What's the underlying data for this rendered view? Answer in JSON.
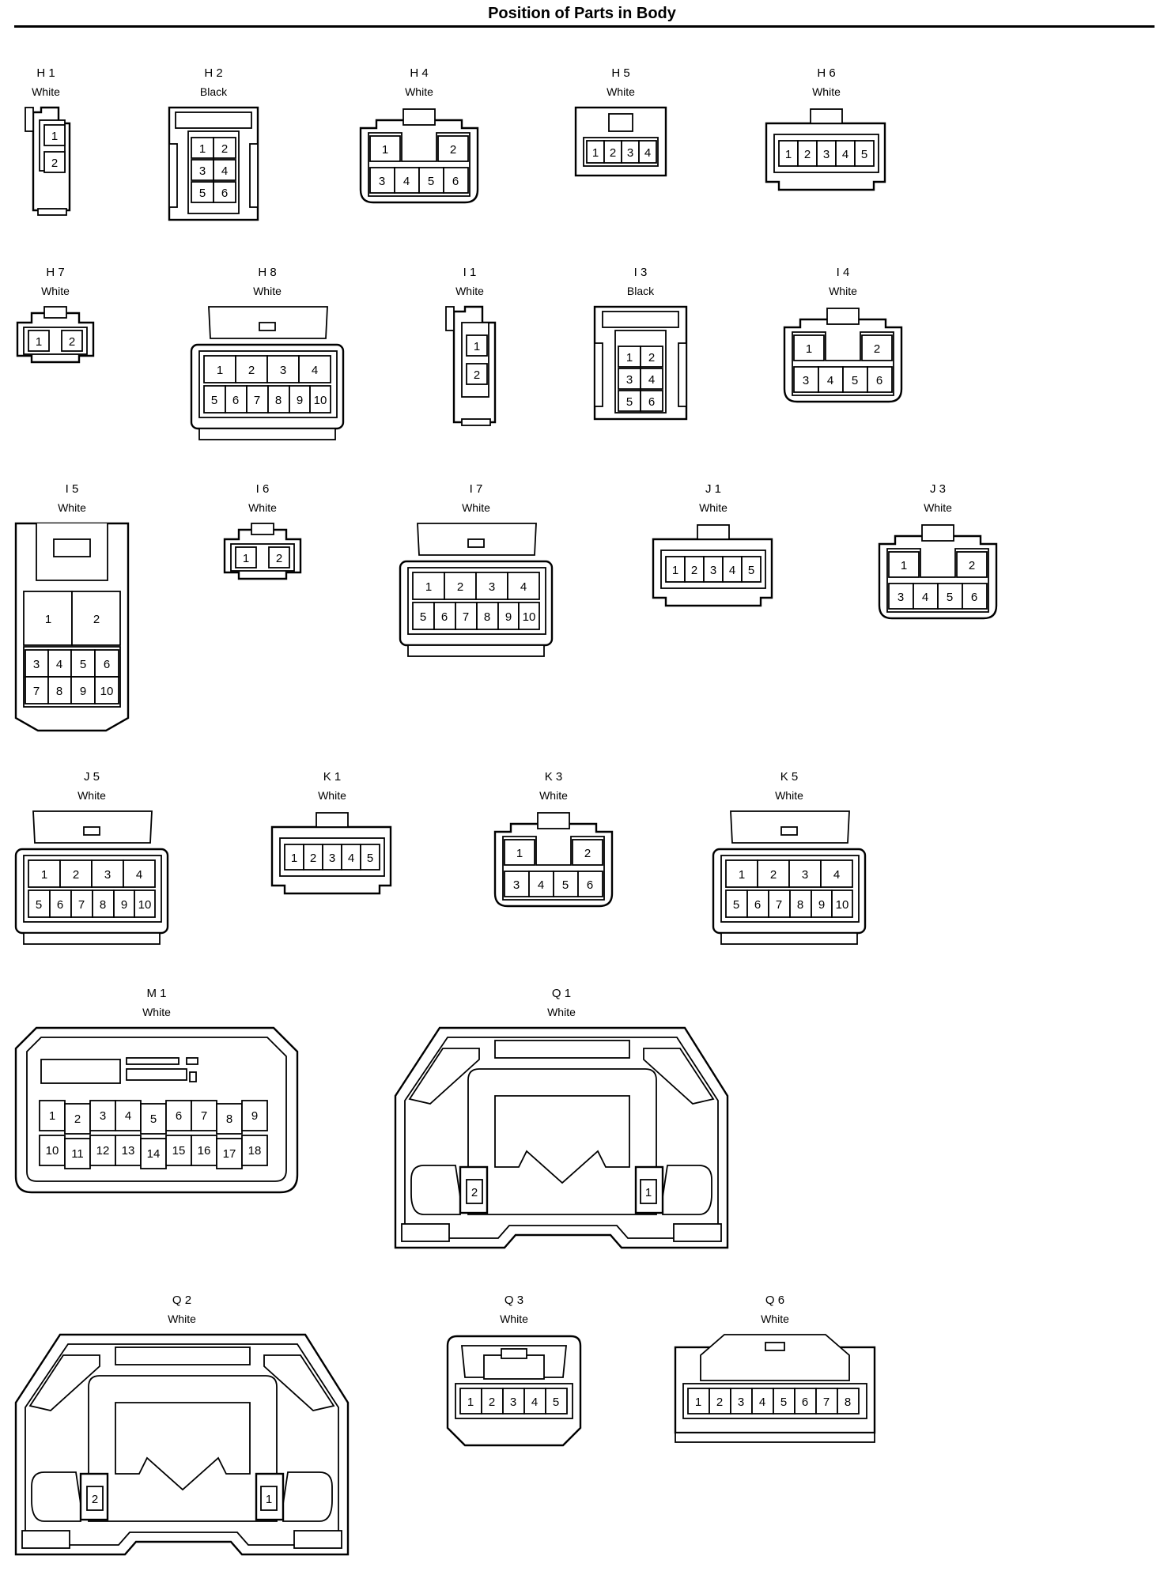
{
  "title": "Position of Parts in Body",
  "connectors": [
    {
      "code": "H 1",
      "color": "White",
      "pins": [
        "1",
        "2"
      ]
    },
    {
      "code": "H 2",
      "color": "Black",
      "pins": [
        "1",
        "2",
        "3",
        "4",
        "5",
        "6"
      ]
    },
    {
      "code": "H 4",
      "color": "White",
      "pins": [
        "1",
        "2",
        "3",
        "4",
        "5",
        "6"
      ]
    },
    {
      "code": "H 5",
      "color": "White",
      "pins": [
        "1",
        "2",
        "3",
        "4"
      ]
    },
    {
      "code": "H 6",
      "color": "White",
      "pins": [
        "1",
        "2",
        "3",
        "4",
        "5"
      ]
    },
    {
      "code": "H 7",
      "color": "White",
      "pins": [
        "1",
        "2"
      ]
    },
    {
      "code": "H 8",
      "color": "White",
      "pins": [
        "1",
        "2",
        "3",
        "4",
        "5",
        "6",
        "7",
        "8",
        "9",
        "10"
      ]
    },
    {
      "code": "I 1",
      "color": "White",
      "pins": [
        "1",
        "2"
      ]
    },
    {
      "code": "I 3",
      "color": "Black",
      "pins": [
        "1",
        "2",
        "3",
        "4",
        "5",
        "6"
      ]
    },
    {
      "code": "I 4",
      "color": "White",
      "pins": [
        "1",
        "2",
        "3",
        "4",
        "5",
        "6"
      ]
    },
    {
      "code": "I 5",
      "color": "White",
      "pins": [
        "1",
        "2",
        "3",
        "4",
        "5",
        "6",
        "7",
        "8",
        "9",
        "10"
      ]
    },
    {
      "code": "I 6",
      "color": "White",
      "pins": [
        "1",
        "2"
      ]
    },
    {
      "code": "I 7",
      "color": "White",
      "pins": [
        "1",
        "2",
        "3",
        "4",
        "5",
        "6",
        "7",
        "8",
        "9",
        "10"
      ]
    },
    {
      "code": "J 1",
      "color": "White",
      "pins": [
        "1",
        "2",
        "3",
        "4",
        "5"
      ]
    },
    {
      "code": "J 3",
      "color": "White",
      "pins": [
        "1",
        "2",
        "3",
        "4",
        "5",
        "6"
      ]
    },
    {
      "code": "J 5",
      "color": "White",
      "pins": [
        "1",
        "2",
        "3",
        "4",
        "5",
        "6",
        "7",
        "8",
        "9",
        "10"
      ]
    },
    {
      "code": "K 1",
      "color": "White",
      "pins": [
        "1",
        "2",
        "3",
        "4",
        "5"
      ]
    },
    {
      "code": "K 3",
      "color": "White",
      "pins": [
        "1",
        "2",
        "3",
        "4",
        "5",
        "6"
      ]
    },
    {
      "code": "K 5",
      "color": "White",
      "pins": [
        "1",
        "2",
        "3",
        "4",
        "5",
        "6",
        "7",
        "8",
        "9",
        "10"
      ]
    },
    {
      "code": "M 1",
      "color": "White",
      "pins": [
        "1",
        "2",
        "3",
        "4",
        "5",
        "6",
        "7",
        "8",
        "9",
        "10",
        "11",
        "12",
        "13",
        "14",
        "15",
        "16",
        "17",
        "18"
      ]
    },
    {
      "code": "Q 1",
      "color": "White",
      "pins": [
        "1",
        "2"
      ]
    },
    {
      "code": "Q 2",
      "color": "White",
      "pins": [
        "1",
        "2"
      ]
    },
    {
      "code": "Q 3",
      "color": "White",
      "pins": [
        "1",
        "2",
        "3",
        "4",
        "5"
      ]
    },
    {
      "code": "Q 6",
      "color": "White",
      "pins": [
        "1",
        "2",
        "3",
        "4",
        "5",
        "6",
        "7",
        "8"
      ]
    }
  ]
}
